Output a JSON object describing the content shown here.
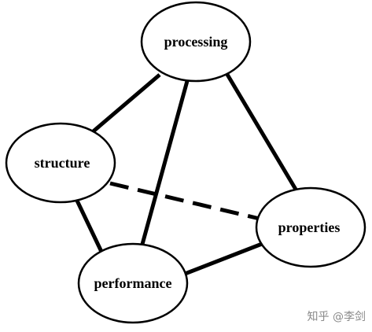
{
  "diagram": {
    "nodes": {
      "processing": "processing",
      "structure": "structure",
      "properties": "properties",
      "performance": "performance"
    },
    "edges": [
      {
        "from": "processing",
        "to": "structure",
        "style": "solid"
      },
      {
        "from": "processing",
        "to": "performance",
        "style": "solid"
      },
      {
        "from": "processing",
        "to": "properties",
        "style": "solid"
      },
      {
        "from": "structure",
        "to": "performance",
        "style": "solid"
      },
      {
        "from": "structure",
        "to": "properties",
        "style": "dashed"
      },
      {
        "from": "performance",
        "to": "properties",
        "style": "solid"
      }
    ]
  },
  "watermark": "知乎 @李剑"
}
